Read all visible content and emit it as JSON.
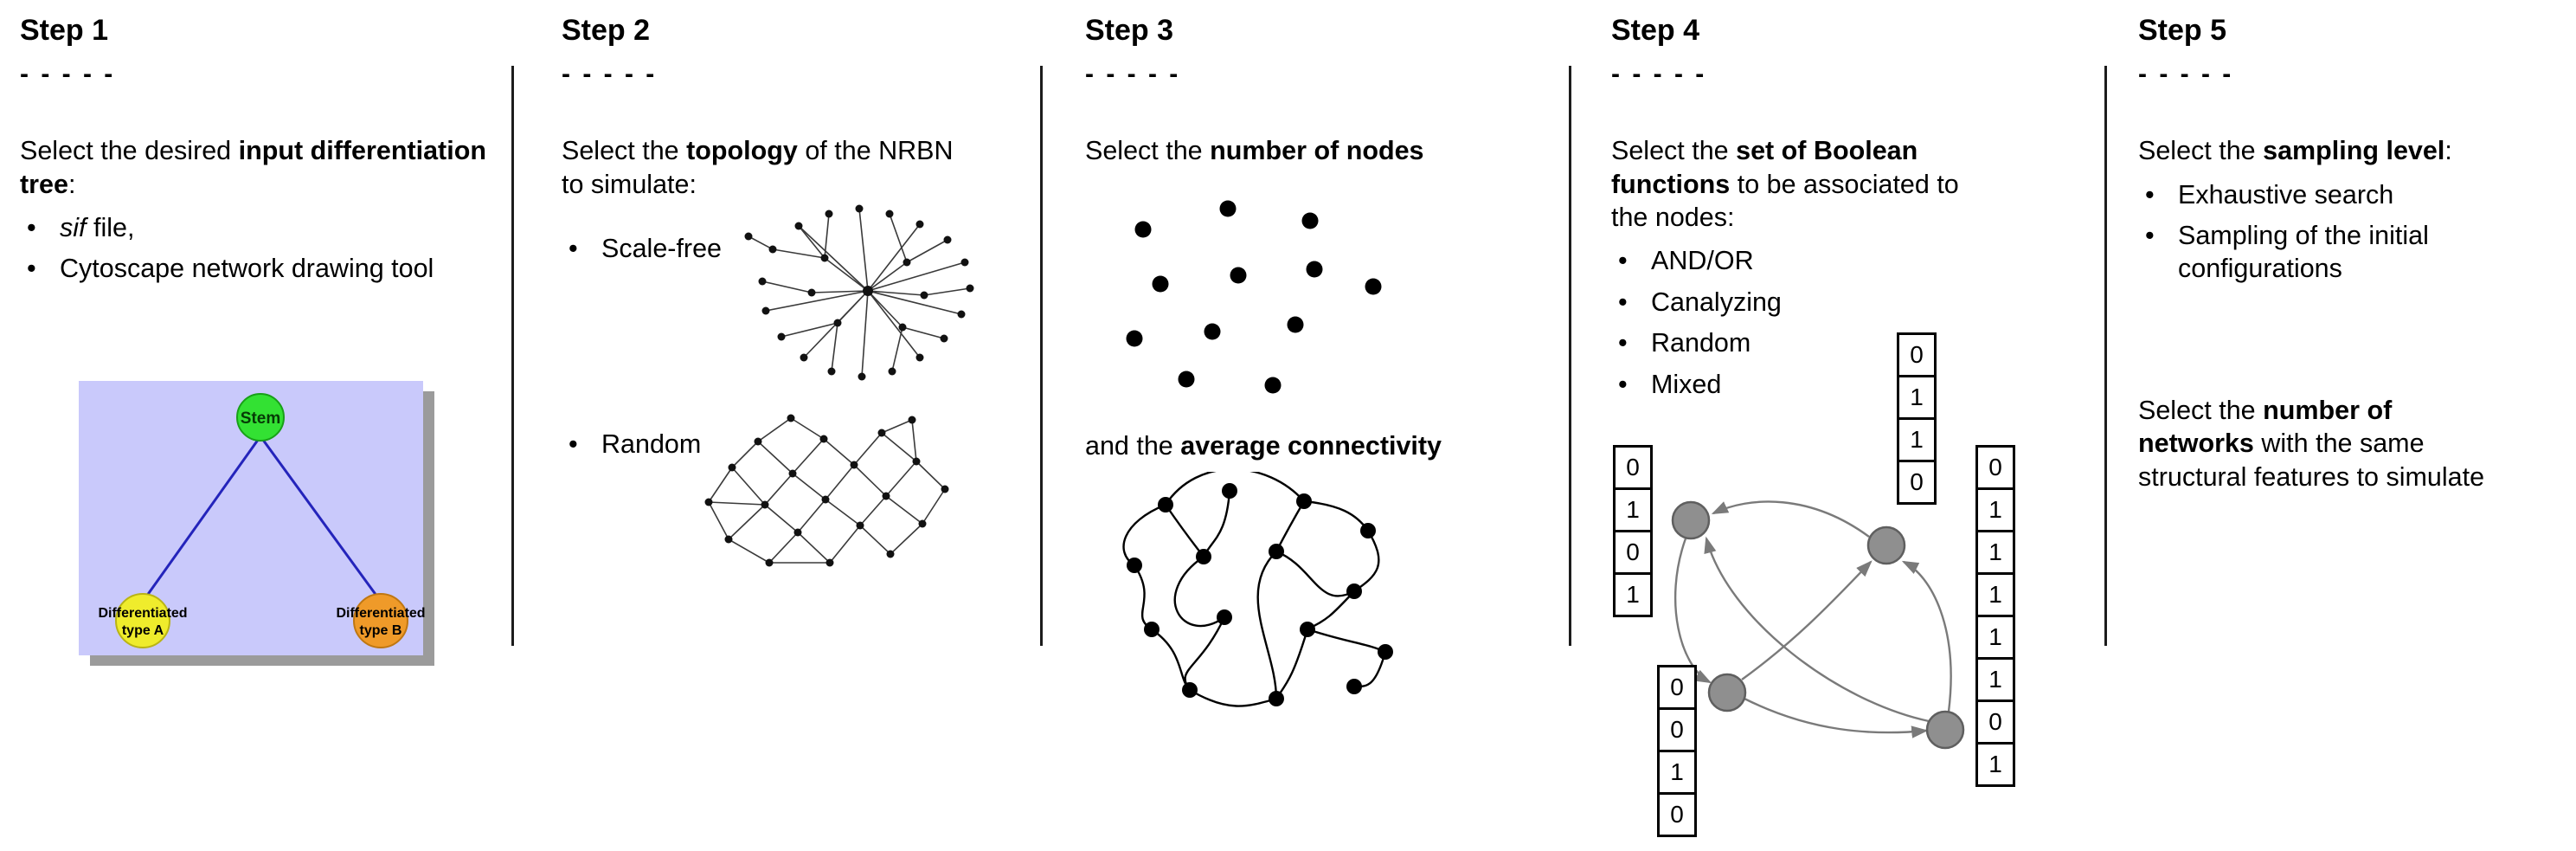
{
  "bullet_char": "•",
  "colors": {
    "separator": "#1c1c1c",
    "boolean_node_gray": "#8f8f8f",
    "arrow_gray": "#7a7a7a"
  },
  "step1": {
    "title": "Step 1",
    "dashes": "- - - - -",
    "intro": [
      "Select the desired ",
      "input differentiation tree",
      ":"
    ],
    "bullet1": [
      "sif",
      " file,"
    ],
    "bullet2": "Cytoscape network drawing tool",
    "tree": {
      "stem": "Stem",
      "type_a": [
        "Differentiated",
        "type A"
      ],
      "type_b": [
        "Differentiated",
        "type B"
      ],
      "colors": {
        "panel": "#c9c9fb",
        "shadow": "#9b9b9b",
        "stem_fill": "#33e133",
        "type_a_fill": "#efec2c",
        "type_b_fill": "#ef9a29",
        "edge": "#2424bb"
      }
    }
  },
  "step2": {
    "title": "Step 2",
    "dashes": "- - - - -",
    "intro": [
      "Select the ",
      "topology",
      " of the NRBN to simulate:"
    ],
    "bullets": [
      "Scale-free",
      "Random"
    ]
  },
  "step3": {
    "title": "Step 3",
    "dashes": "- - - - -",
    "line1": [
      "Select the ",
      "number of nodes"
    ],
    "line2": [
      "and the ",
      "average connectivity"
    ]
  },
  "step4": {
    "title": "Step 4",
    "dashes": "- - - - -",
    "intro": [
      "Select the ",
      "set of Boolean functions",
      " to be associated to the nodes:"
    ],
    "bullets": [
      "AND/OR",
      "Canalyzing",
      "Random",
      "Mixed"
    ],
    "truth_tables": {
      "left": [
        "0",
        "1",
        "0",
        "1"
      ],
      "top": [
        "0",
        "1",
        "1",
        "0"
      ],
      "bottom_left": [
        "0",
        "0",
        "1",
        "0"
      ],
      "right": [
        "0",
        "1",
        "1",
        "1",
        "1",
        "1",
        "0",
        "1"
      ]
    }
  },
  "step5": {
    "title": "Step 5",
    "dashes": "- - - - -",
    "intro": [
      "Select the ",
      "sampling level",
      ":"
    ],
    "bullets": [
      "Exhaustive search",
      "Sampling of the initial configurations"
    ],
    "second_l1": [
      "Select the ",
      "number of"
    ],
    "second_l2_bold": "networks",
    "second_l2_rest": " with the same",
    "second_l3": "structural features to simulate"
  }
}
